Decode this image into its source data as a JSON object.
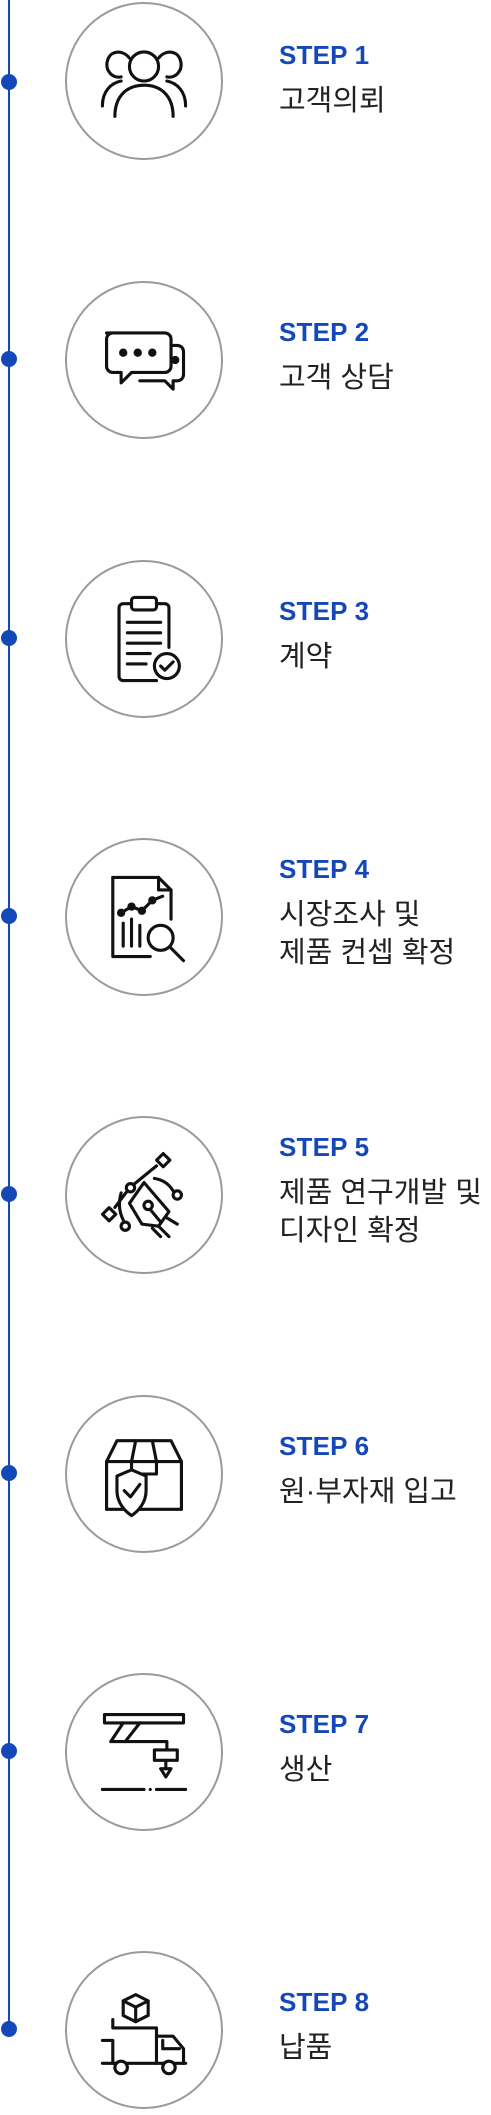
{
  "colors": {
    "accent": "#1448b8",
    "circle_border": "#9a9a9a",
    "text": "#222222"
  },
  "steps": [
    {
      "label": "STEP 1",
      "title_lines": [
        "고객의뢰"
      ],
      "icon": "users-icon"
    },
    {
      "label": "STEP 2",
      "title_lines": [
        "고객 상담"
      ],
      "icon": "chat-bubbles-icon"
    },
    {
      "label": "STEP 3",
      "title_lines": [
        "계약"
      ],
      "icon": "clipboard-check-icon"
    },
    {
      "label": "STEP 4",
      "title_lines": [
        "시장조사 및",
        "제품 컨셉 확정"
      ],
      "icon": "report-search-icon"
    },
    {
      "label": "STEP 5",
      "title_lines": [
        "제품 연구개발 및",
        "디자인 확정"
      ],
      "icon": "pen-tool-icon"
    },
    {
      "label": "STEP 6",
      "title_lines": [
        "원·부자재 입고"
      ],
      "icon": "box-shield-icon"
    },
    {
      "label": "STEP 7",
      "title_lines": [
        "생산"
      ],
      "icon": "production-machine-icon"
    },
    {
      "label": "STEP 8",
      "title_lines": [
        "납품"
      ],
      "icon": "delivery-truck-icon"
    }
  ]
}
